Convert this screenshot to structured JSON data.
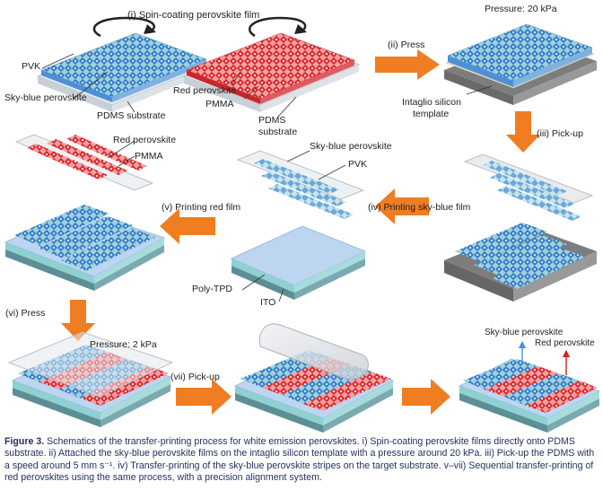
{
  "labels": {
    "step1": "(i) Spin-coating perovskite film",
    "pvk_1": "PVK",
    "skyblue_1": "Sky-blue perovskite",
    "pdms_1": "PDMS substrate",
    "red_1": "Red perovskite",
    "pmma_1": "PMMA",
    "pdms_2a": "PDMS",
    "pdms_2b": "substrate",
    "pressure_20": "Pressure: 20 kPa",
    "step2": "(ii) Press",
    "intaglio_a": "Intaglio silicon",
    "intaglio_b": "template",
    "step3": "(iii) Pick-up",
    "red_2": "Red perovskite",
    "pmma_2": "PMMA",
    "skyblue_2": "Sky-blue perovskite",
    "pvk_2": "PVK",
    "step5": "(v) Printing red film",
    "step4": "(iv) Printing sky-blue film",
    "polytpd": "Poly-TPD",
    "ito": "ITO",
    "step6": "(vi) Press",
    "pressure_2": "Pressure: 2 kPa",
    "step7": "(vii) Pick-up",
    "skyblue_3": "Sky-blue perovskite",
    "red_3": "Red perovskite"
  },
  "caption": {
    "figure_label": "Figure 3.",
    "text": "Schematics of the transfer-printing process for white emission perovskites. i) Spin-coating perovskite films directly onto PDMS substrate. ii) Attached the sky-blue perovskite films on the intaglio silicon template with a pressure around 20 kPa. iii) Pick-up the PDMS with a speed around 5 mm s⁻¹. iv) Transfer-printing of the sky-blue perovskite stripes on the target substrate. v–vii) Sequential transfer-printing of red perovskites using the same process, with a precision alignment system."
  },
  "colors": {
    "sky_blue": "#3a7fd5",
    "red": "#e0252b",
    "arrow_orange": "#ef7d22",
    "pdms": "#d6dce0",
    "ito": "#8fd0d0",
    "poly_tpd": "#b8d4f0",
    "silicon": "#8a8a8a",
    "caption_text": "#1f2f5a"
  }
}
